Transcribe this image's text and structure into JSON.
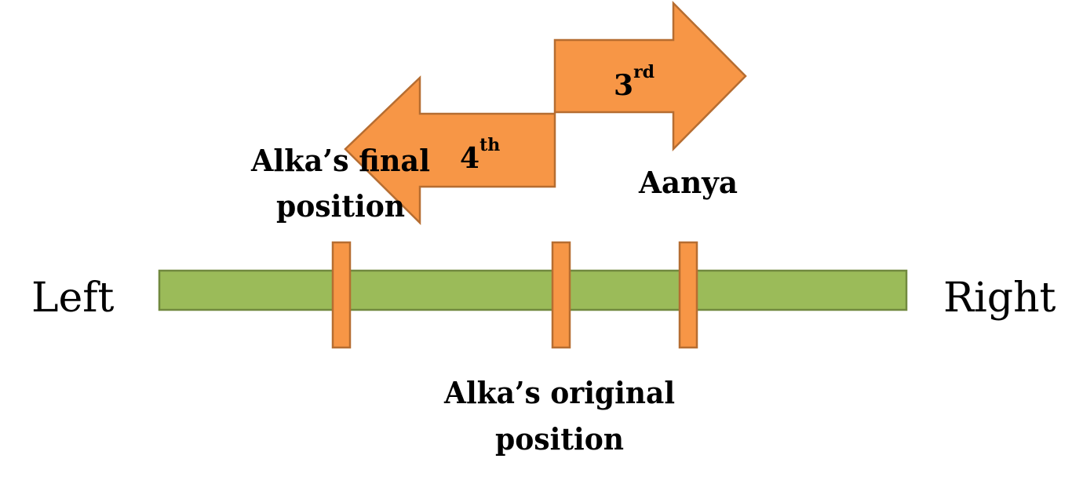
{
  "diagram": {
    "left_label": "Left",
    "right_label": "Right",
    "arrow_right": {
      "base": "3",
      "sup": "rd"
    },
    "arrow_left": {
      "base": "4",
      "sup": "th"
    },
    "alka_final": {
      "line1": "Alka’s final",
      "line2": "position"
    },
    "alka_original": {
      "line1": "Alka’s original",
      "line2": "position"
    },
    "aanya": "Aanya",
    "colors": {
      "bar_fill": "#9bbb59",
      "bar_stroke": "#71893f",
      "orange_fill": "#f79646",
      "orange_stroke": "#b66d31"
    }
  }
}
